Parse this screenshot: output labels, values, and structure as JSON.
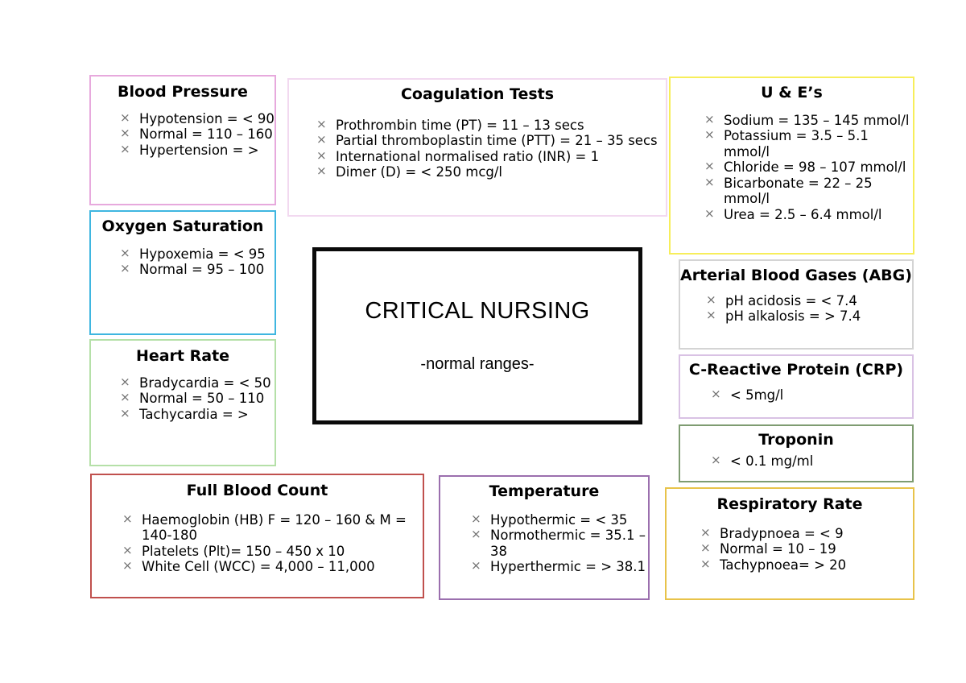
{
  "poster": {
    "center": {
      "title": "CRITICAL NURSING",
      "subtitle": "-normal ranges-"
    },
    "bullet_glyph": "×",
    "boxes": {
      "blood_pressure": {
        "title": "Blood Pressure",
        "border_color": "#e7a9dd",
        "items": [
          "Hypotension = < 90",
          "Normal = 110 – 160",
          "Hypertension = >"
        ]
      },
      "oxygen_saturation": {
        "title": "Oxygen Saturation",
        "border_color": "#3fb6e0",
        "items": [
          "Hypoxemia = < 95",
          "Normal = 95 – 100"
        ]
      },
      "heart_rate": {
        "title": "Heart Rate",
        "border_color": "#b5e0a8",
        "items": [
          "Bradycardia = < 50",
          "Normal = 50 – 110",
          "Tachycardia = >"
        ]
      },
      "full_blood_count": {
        "title": "Full Blood Count",
        "border_color": "#c0504d",
        "items": [
          "Haemoglobin (HB) F = 120 – 160 & M = 140-180",
          "Platelets (Plt)= 150 – 450 x 10",
          "White Cell (WCC) = 4,000 – 11,000"
        ]
      },
      "coagulation_tests": {
        "title": "Coagulation Tests",
        "border_color": "#f2d9f0",
        "items": [
          "Prothrombin time (PT) = 11 – 13 secs",
          "Partial thromboplastin time (PTT) = 21 – 35 secs",
          "International normalised ratio (INR) = 1",
          "Dimer (D) = < 250 mcg/l"
        ]
      },
      "temperature": {
        "title": "Temperature",
        "border_color": "#9b6fae",
        "items": [
          "Hypothermic = < 35",
          "Normothermic = 35.1 – 38",
          "Hyperthermic = > 38.1"
        ]
      },
      "u_and_es": {
        "title": "U & E’s",
        "border_color": "#f7ee5a",
        "items": [
          "Sodium = 135 – 145 mmol/l",
          "Potassium = 3.5 – 5.1 mmol/l",
          "Chloride = 98 – 107 mmol/l",
          "Bicarbonate = 22 – 25 mmol/l",
          "Urea = 2.5 – 6.4 mmol/l"
        ]
      },
      "arterial_blood_gases": {
        "title": "Arterial Blood Gases (ABG)",
        "border_color": "#d4d4d4",
        "items": [
          "pH acidosis = < 7.4",
          "pH alkalosis = > 7.4"
        ]
      },
      "c_reactive_protein": {
        "title": "C-Reactive Protein (CRP)",
        "border_color": "#d9c2e4",
        "items": [
          "< 5mg/l"
        ]
      },
      "troponin": {
        "title": "Troponin",
        "border_color": "#7e9c71",
        "items": [
          "< 0.1 mg/ml"
        ]
      },
      "respiratory_rate": {
        "title": "Respiratory Rate",
        "border_color": "#e8c34a",
        "items": [
          "Bradypnoea = < 9",
          "Normal = 10 – 19",
          "Tachypnoea= > 20"
        ]
      }
    }
  }
}
